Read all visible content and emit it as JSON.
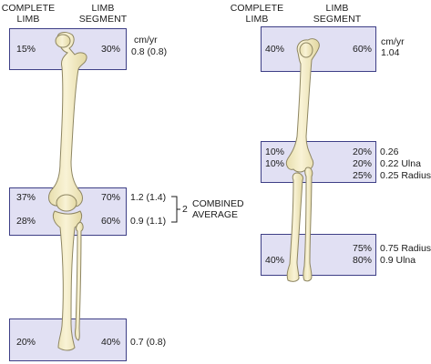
{
  "left_leg": {
    "header_complete_line1": "COMPLETE",
    "header_complete_line2": "LIMB",
    "header_segment_line1": "LIMB",
    "header_segment_line2": "SEGMENT",
    "units": "cm/yr",
    "proximal_femur": {
      "complete": "15%",
      "segment": "30%",
      "rate": "0.8 (0.8)"
    },
    "distal_femur": {
      "complete": "37%",
      "segment": "70%",
      "rate": "1.2 (1.4)"
    },
    "proximal_tibia": {
      "complete": "28%",
      "segment": "60%",
      "rate": "0.9 (1.1)"
    },
    "combined_number": "2",
    "combined_line1": "COMBINED",
    "combined_line2": "AVERAGE",
    "distal_tibia": {
      "complete": "20%",
      "segment": "40%",
      "rate": "0.7 (0.8)"
    }
  },
  "right_arm": {
    "header_complete_line1": "COMPLETE",
    "header_complete_line2": "LIMB",
    "header_segment_line1": "LIMB",
    "header_segment_line2": "SEGMENT",
    "units": "cm/yr",
    "proximal_humerus": {
      "complete": "40%",
      "segment": "60%",
      "rate": "1.04"
    },
    "distal_humerus_elbow": {
      "complete_1": "10%",
      "complete_2": "10%",
      "segment_1": "20%",
      "segment_2": "20%",
      "segment_3": "25%",
      "rate_1": "0.26",
      "rate_2": "0.22 Ulna",
      "rate_3": "0.25 Radius"
    },
    "distal_forearm": {
      "complete": "40%",
      "segment_1": "75%",
      "segment_2": "80%",
      "rate_1": "0.75 Radius",
      "rate_2": "0.9 Ulna"
    }
  },
  "colors": {
    "box_fill": "#e1e0f3",
    "box_border": "#3e3f86",
    "bone_fill": "#f4edc4",
    "bone_stroke": "#8e8662"
  }
}
